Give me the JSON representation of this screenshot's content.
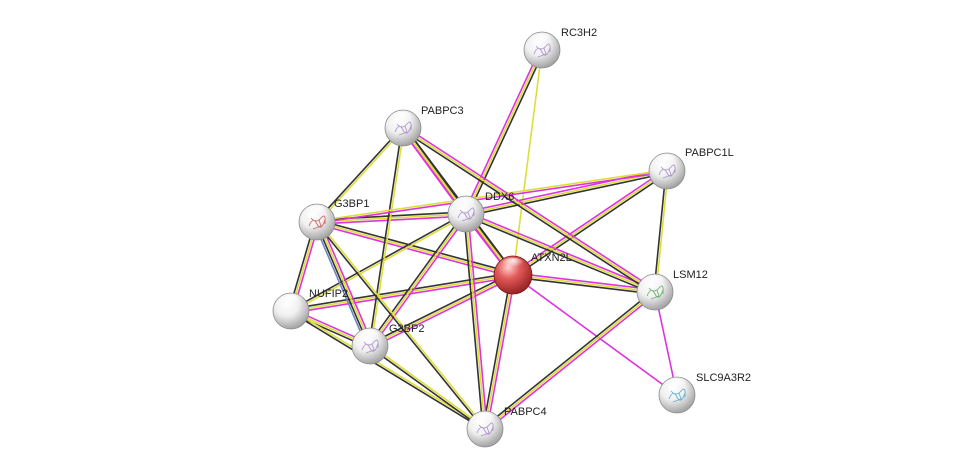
{
  "colors": {
    "query_node": "#d93a3a",
    "default_node": "#dcdcdc",
    "edge_magenta": "#dd33dd",
    "edge_yellow": "#dede3a",
    "edge_black": "#333333",
    "edge_blue": "#6f86c6",
    "label": "#222222"
  },
  "nodes": [
    {
      "id": "ATXN2L",
      "label": "ATXN2L",
      "query": true,
      "icon": "none"
    },
    {
      "id": "DDX6",
      "label": "DDX6",
      "query": false,
      "icon": "protein-structure-icon"
    },
    {
      "id": "RC3H2",
      "label": "RC3H2",
      "query": false,
      "icon": "protein-structure-icon"
    },
    {
      "id": "PABPC3",
      "label": "PABPC3",
      "query": false,
      "icon": "protein-structure-icon"
    },
    {
      "id": "PABPC1L",
      "label": "PABPC1L",
      "query": false,
      "icon": "protein-structure-icon"
    },
    {
      "id": "G3BP1",
      "label": "G3BP1",
      "query": false,
      "icon": "protein-structure-icon"
    },
    {
      "id": "NUFIP2",
      "label": "NUFIP2",
      "query": false,
      "icon": "none"
    },
    {
      "id": "G3BP2",
      "label": "G3BP2",
      "query": false,
      "icon": "protein-structure-icon"
    },
    {
      "id": "LSM12",
      "label": "LSM12",
      "query": false,
      "icon": "protein-structure-icon"
    },
    {
      "id": "SLC9A3R2",
      "label": "SLC9A3R2",
      "query": false,
      "icon": "protein-structure-icon"
    },
    {
      "id": "PABPC4",
      "label": "PABPC4",
      "query": false,
      "icon": "protein-structure-icon"
    }
  ],
  "edges": [
    {
      "source": "ATXN2L",
      "target": "DDX6",
      "types": [
        "magenta",
        "yellow",
        "black"
      ]
    },
    {
      "source": "ATXN2L",
      "target": "RC3H2",
      "types": [
        "yellow"
      ]
    },
    {
      "source": "ATXN2L",
      "target": "PABPC3",
      "types": [
        "magenta",
        "yellow",
        "black"
      ]
    },
    {
      "source": "ATXN2L",
      "target": "PABPC1L",
      "types": [
        "magenta",
        "yellow",
        "black"
      ]
    },
    {
      "source": "ATXN2L",
      "target": "G3BP1",
      "types": [
        "magenta",
        "yellow",
        "black"
      ]
    },
    {
      "source": "ATXN2L",
      "target": "NUFIP2",
      "types": [
        "magenta",
        "yellow",
        "black"
      ]
    },
    {
      "source": "ATXN2L",
      "target": "G3BP2",
      "types": [
        "magenta",
        "yellow",
        "black"
      ]
    },
    {
      "source": "ATXN2L",
      "target": "LSM12",
      "types": [
        "magenta",
        "yellow",
        "black"
      ]
    },
    {
      "source": "ATXN2L",
      "target": "SLC9A3R2",
      "types": [
        "magenta"
      ]
    },
    {
      "source": "ATXN2L",
      "target": "PABPC4",
      "types": [
        "magenta",
        "yellow",
        "black"
      ]
    },
    {
      "source": "DDX6",
      "target": "RC3H2",
      "types": [
        "magenta",
        "yellow",
        "black"
      ]
    },
    {
      "source": "DDX6",
      "target": "PABPC3",
      "types": [
        "magenta",
        "yellow",
        "black"
      ]
    },
    {
      "source": "DDX6",
      "target": "PABPC1L",
      "types": [
        "magenta",
        "yellow",
        "black"
      ]
    },
    {
      "source": "DDX6",
      "target": "G3BP1",
      "types": [
        "magenta",
        "yellow",
        "black"
      ]
    },
    {
      "source": "DDX6",
      "target": "NUFIP2",
      "types": [
        "yellow",
        "black"
      ]
    },
    {
      "source": "DDX6",
      "target": "G3BP2",
      "types": [
        "magenta",
        "yellow",
        "black"
      ]
    },
    {
      "source": "DDX6",
      "target": "LSM12",
      "types": [
        "magenta",
        "yellow",
        "black"
      ]
    },
    {
      "source": "DDX6",
      "target": "PABPC4",
      "types": [
        "magenta",
        "yellow",
        "black"
      ]
    },
    {
      "source": "PABPC3",
      "target": "G3BP1",
      "types": [
        "yellow",
        "black"
      ]
    },
    {
      "source": "PABPC3",
      "target": "G3BP2",
      "types": [
        "yellow",
        "black"
      ]
    },
    {
      "source": "PABPC3",
      "target": "LSM12",
      "types": [
        "magenta",
        "yellow",
        "black"
      ]
    },
    {
      "source": "PABPC1L",
      "target": "G3BP1",
      "types": [
        "magenta",
        "yellow"
      ]
    },
    {
      "source": "PABPC1L",
      "target": "LSM12",
      "types": [
        "yellow",
        "black"
      ]
    },
    {
      "source": "G3BP1",
      "target": "NUFIP2",
      "types": [
        "magenta",
        "yellow",
        "black"
      ]
    },
    {
      "source": "G3BP1",
      "target": "G3BP2",
      "types": [
        "magenta",
        "yellow",
        "black",
        "blue"
      ]
    },
    {
      "source": "G3BP1",
      "target": "PABPC4",
      "types": [
        "yellow",
        "black"
      ]
    },
    {
      "source": "NUFIP2",
      "target": "G3BP2",
      "types": [
        "magenta",
        "yellow",
        "black"
      ]
    },
    {
      "source": "NUFIP2",
      "target": "PABPC4",
      "types": [
        "yellow",
        "black"
      ]
    },
    {
      "source": "G3BP2",
      "target": "PABPC4",
      "types": [
        "yellow",
        "black"
      ]
    },
    {
      "source": "LSM12",
      "target": "SLC9A3R2",
      "types": [
        "magenta"
      ]
    },
    {
      "source": "LSM12",
      "target": "PABPC4",
      "types": [
        "magenta",
        "yellow",
        "black"
      ]
    }
  ]
}
